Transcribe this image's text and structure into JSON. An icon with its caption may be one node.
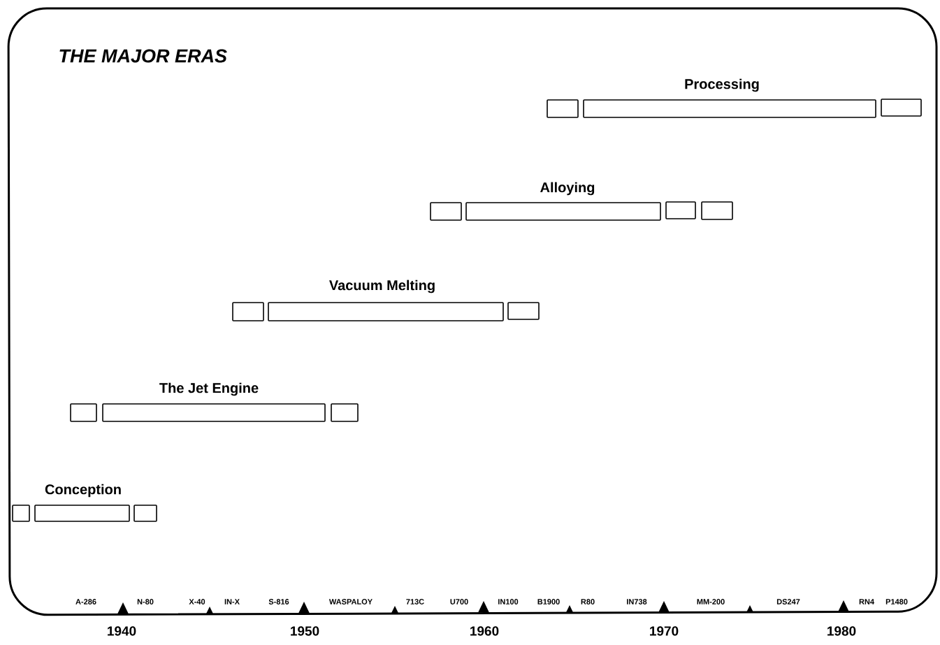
{
  "diagram": {
    "title": "THE MAJOR ERAS",
    "nodes": [
      {
        "text": [],
        "shape": "box"
      },
      {
        "text": [
          "Processing"
        ]
      },
      {
        "text": [],
        "shape": "box"
      },
      {
        "text": [],
        "shape": "box"
      },
      {
        "text": [
          "Alloying"
        ]
      },
      {
        "text": [],
        "shape": "box"
      },
      {
        "text": [],
        "shape": "box"
      },
      {
        "text": [],
        "shape": "box"
      },
      {
        "text": [
          "Vacuum Melting"
        ]
      },
      {
        "text": [],
        "shape": "box"
      },
      {
        "text": [],
        "shape": "box"
      },
      {
        "text": [
          "The Jet Engine"
        ]
      },
      {
        "text": [],
        "shape": "box"
      },
      {
        "text": [],
        "shape": "box"
      },
      {
        "text": [
          "Conception"
        ]
      },
      {
        "text": [],
        "shape": "box"
      }
    ],
    "labels": [
      "A-286",
      "N-80",
      "X-40",
      "IN-X",
      "S-816",
      "WASPALOY",
      "713C",
      "U700",
      "IN100",
      "B1900",
      "R80",
      "IN738",
      "MM-200",
      "DS247",
      "RN4",
      "P1480",
      "1940",
      "1950",
      "1960",
      "1970",
      "1980"
    ]
  }
}
